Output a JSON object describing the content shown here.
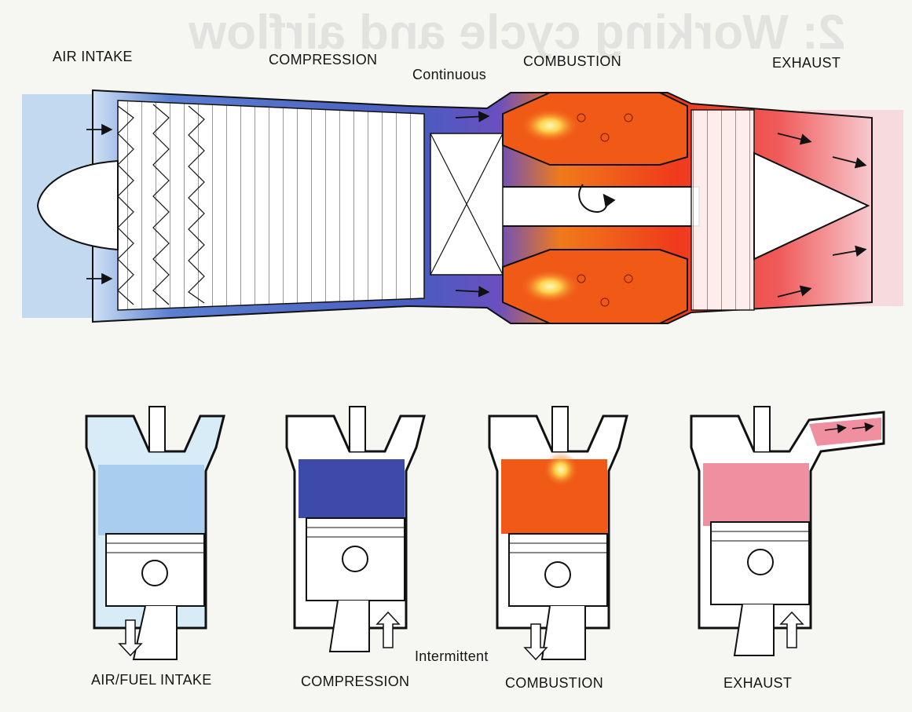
{
  "bleedthrough": "2: Working cycle and airflow",
  "jet_engine": {
    "stages": [
      "AIR INTAKE",
      "COMPRESSION",
      "COMBUSTION",
      "EXHAUST"
    ],
    "cycle_label": "Continuous"
  },
  "piston_engine": {
    "strokes": [
      "AIR/FUEL INTAKE",
      "COMPRESSION",
      "COMBUSTION",
      "EXHAUST"
    ],
    "cycle_label": "Intermittent"
  },
  "colors": {
    "intake": "#a8cdee",
    "compression": "#3d4aa8",
    "combustion": "#f05a16",
    "flame": "#ffd24a",
    "exhaust": "#ef8fa0"
  }
}
